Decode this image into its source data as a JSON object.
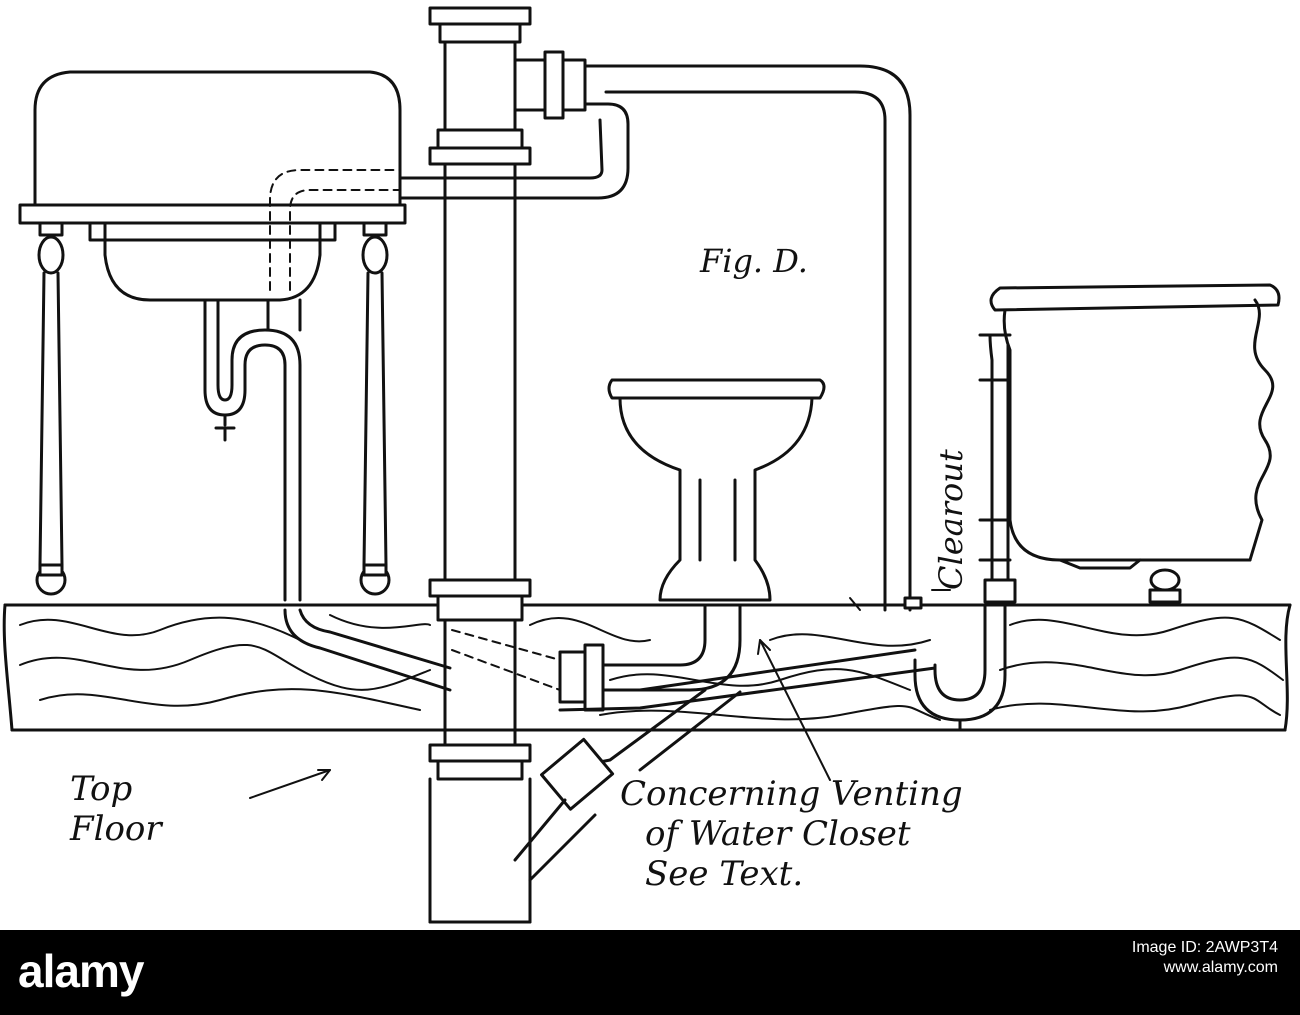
{
  "figure": {
    "label": "Fig. D.",
    "cleanout_label": "Clearout",
    "floor_label_line1": "Top",
    "floor_label_line2": "Floor",
    "note_line1": "Concerning Venting",
    "note_line2": "of Water Closet",
    "note_line3": "See Text."
  },
  "banner": {
    "logo": "alamy",
    "line1": "Image ID: 2AWP3T4",
    "line2": "www.alamy.com"
  },
  "colors": {
    "ink": "#111111",
    "paper": "#ffffff",
    "banner": "#000000"
  }
}
